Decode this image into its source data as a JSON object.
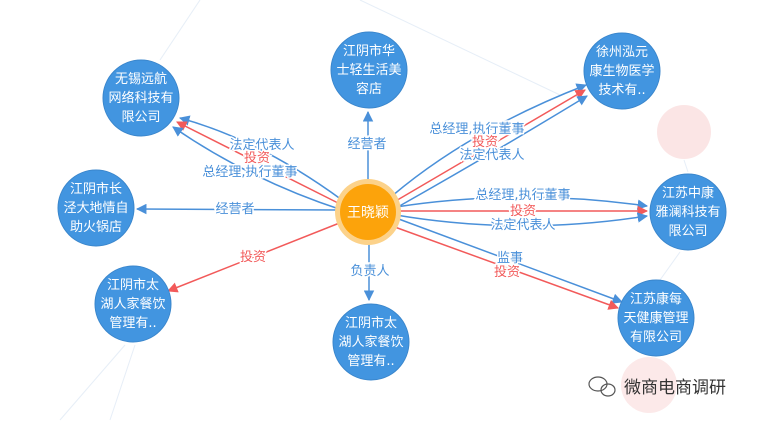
{
  "colors": {
    "node": "#4295e0",
    "center": "#fca30b",
    "center_halo": "#fcd28a",
    "role_edge": "#4a90d9",
    "invest_edge": "#f25a5a"
  },
  "center": {
    "name": "王晓颖"
  },
  "nodes": [
    {
      "lines": [
        "无锡远航",
        "网络科技有",
        "限公司"
      ]
    },
    {
      "lines": [
        "江阴市华",
        "士轻生活美",
        "容店"
      ]
    },
    {
      "lines": [
        "徐州泓元",
        "康生物医学",
        "技术有.."
      ]
    },
    {
      "lines": [
        "江阴市长",
        "泾大地情自",
        "助火锅店"
      ]
    },
    {
      "lines": [
        "江苏中康",
        "雅澜科技有",
        "限公司"
      ]
    },
    {
      "lines": [
        "江阴市太",
        "湖人家餐饮",
        "管理有.."
      ]
    },
    {
      "lines": [
        "江阴市太",
        "湖人家餐饮",
        "管理有.."
      ]
    },
    {
      "lines": [
        "江苏康每",
        "天健康管理",
        "有限公司"
      ]
    }
  ],
  "edges": {
    "wuxi": [
      "法定代表人",
      "投资",
      "总经理,执行董事"
    ],
    "huashi": [
      "经营者"
    ],
    "xuzhou": [
      "总经理,执行董事",
      "投资",
      "法定代表人"
    ],
    "changjing": [
      "经营者"
    ],
    "zhongkang": [
      "总经理,执行董事",
      "投资",
      "法定代表人"
    ],
    "taihu_left": [
      "投资"
    ],
    "taihu_bottom": [
      "负责人"
    ],
    "kangmei": [
      "监事",
      "投资"
    ]
  },
  "watermark": {
    "text": "微商电商调研",
    "icon": "wechat-icon"
  }
}
